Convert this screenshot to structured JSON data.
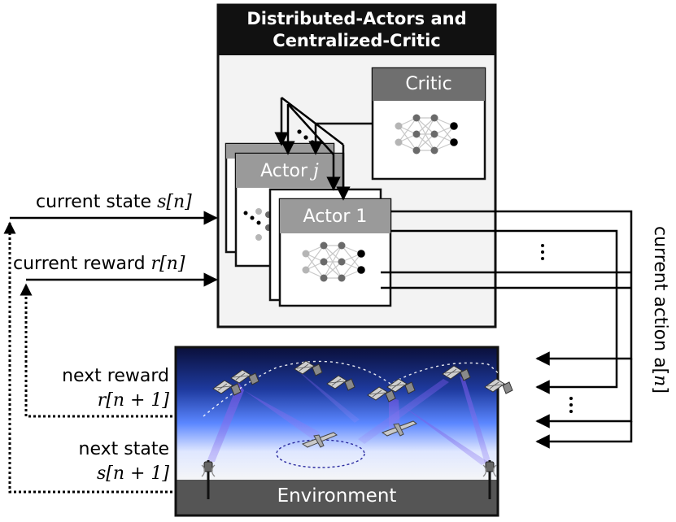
{
  "title": {
    "line1": "Distributed-Actors and",
    "line2": "Centralized-Critic"
  },
  "critic": {
    "label": "Critic"
  },
  "actor_j": {
    "label": "Actor ",
    "var": "j"
  },
  "actor_1": {
    "label": "Actor 1"
  },
  "inputs": {
    "current_state": "current state ",
    "current_state_var": "s[n]",
    "current_reward": "current reward ",
    "current_reward_var": "r[n]",
    "next_reward": "next reward",
    "next_reward_var": "r[n + 1]",
    "next_state": "next state",
    "next_state_var": "s[n + 1]"
  },
  "action": {
    "label": "current action a[",
    "var": "n",
    "close": "]"
  },
  "environment": {
    "label": "Environment"
  },
  "colors": {
    "dark": "#111111",
    "panel": "#f3f3f3",
    "header_gray": "#6f6f6f",
    "actor_header": "#9a9a9a",
    "sky_top": "#0a0f3a",
    "sky_mid": "#3d63d8",
    "ground": "#555555"
  },
  "icons": [
    "neural-network-icon",
    "satellite-icon",
    "uav-icon",
    "base-station-icon"
  ]
}
